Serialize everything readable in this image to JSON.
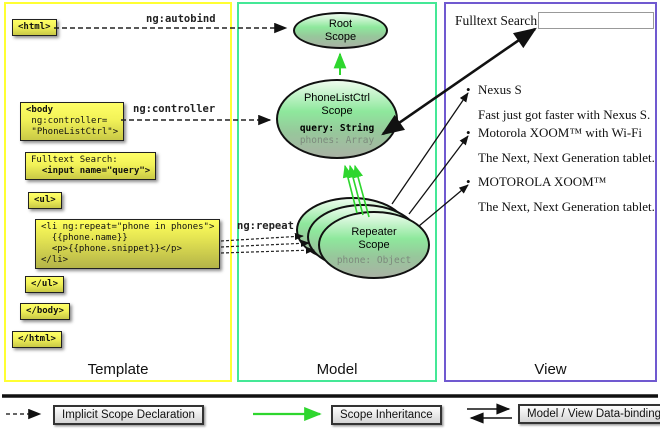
{
  "icons": {
    "bullet": "•"
  },
  "colors": {
    "template_border": "#ffff33",
    "model_border": "#44e896",
    "view_border": "#7059d0",
    "green_arrow": "#2ed62e",
    "node_yellow": "#ffff55"
  },
  "template": {
    "column_label": "Template",
    "html_open": "<html>",
    "body_open": {
      "l1": "<body",
      "l2": " ng:controller=",
      "l3": " \"PhoneListCtrl\">"
    },
    "search": {
      "l1": "Fulltext Search:",
      "l2": "  <input name=\"query\">"
    },
    "ul_open": "<ul>",
    "li": {
      "l1": "<li ng:repeat=\"phone in phones\">",
      "l2": "  {{phone.name}}",
      "l3": "  <p>{{phone.snippet}}</p>",
      "l4": "</li>"
    },
    "ul_close": "</ul>",
    "body_close": "</body>",
    "html_close": "</html>"
  },
  "edges": {
    "autobind": "ng:autobind",
    "controller": "ng:controller",
    "repeat": "ng:repeat"
  },
  "model": {
    "column_label": "Model",
    "root_scope": {
      "title": "Root Scope"
    },
    "ctrl_scope": {
      "title": "PhoneListCtrl Scope",
      "prop_query": "query: String",
      "prop_phones": "phones: Array"
    },
    "repeater_scope": {
      "title": "Repeater Scope",
      "prop_phone": "phone: Object"
    }
  },
  "view": {
    "column_label": "View",
    "search_label": "Fulltext Search:",
    "search_value": "",
    "items": [
      {
        "title": "Nexus S",
        "desc": "Fast just got faster with Nexus S."
      },
      {
        "title": "Motorola XOOM™ with Wi-Fi",
        "desc": "The Next, Next Generation tablet."
      },
      {
        "title": "MOTOROLA XOOM™",
        "desc": "The Next, Next Generation tablet."
      }
    ]
  },
  "legend": {
    "implicit": "Implicit Scope Declaration",
    "inheritance": "Scope Inheritance",
    "binding": "Model / View Data-binding"
  }
}
